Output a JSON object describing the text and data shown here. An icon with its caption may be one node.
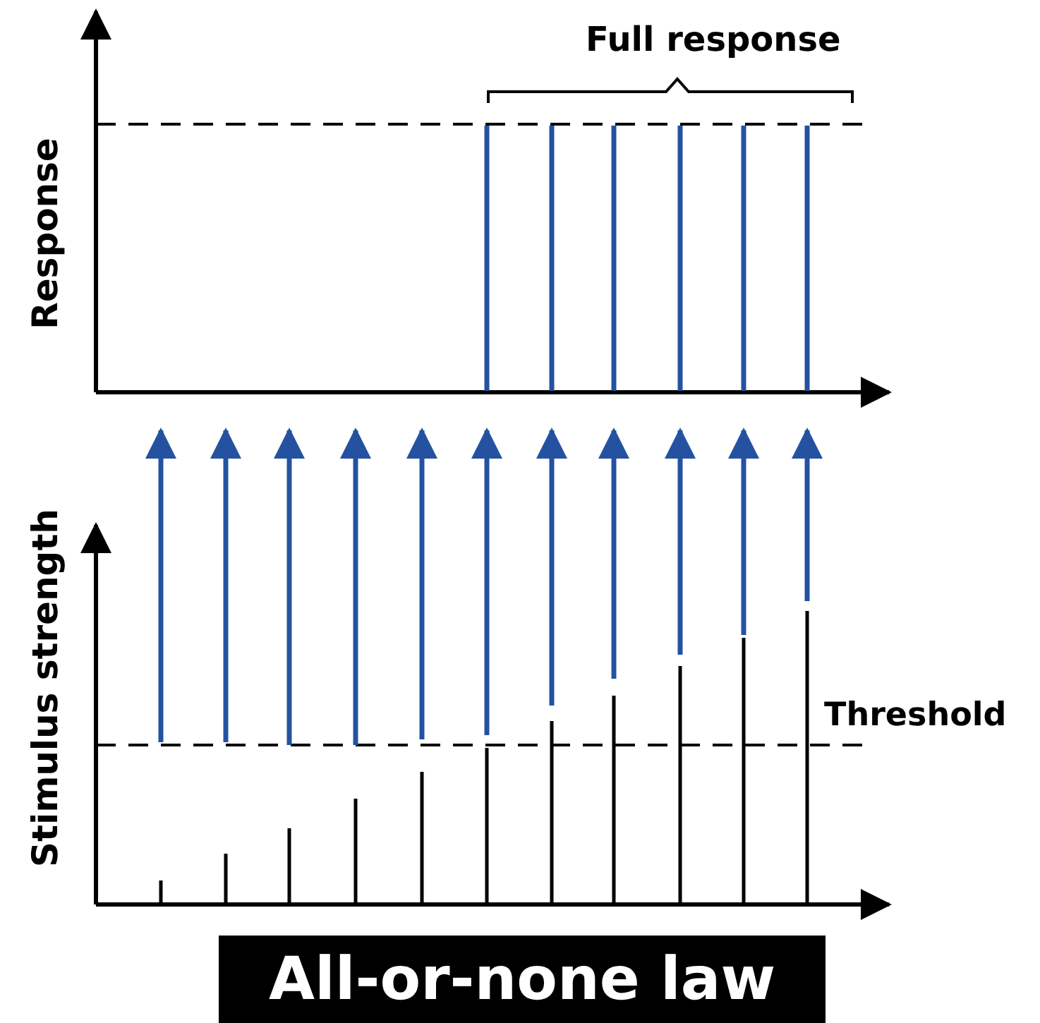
{
  "diagram": {
    "title": "All-or-none law",
    "labels": [
      "Full response",
      "Response",
      "Stimulus strength",
      "Threshold"
    ]
  }
}
